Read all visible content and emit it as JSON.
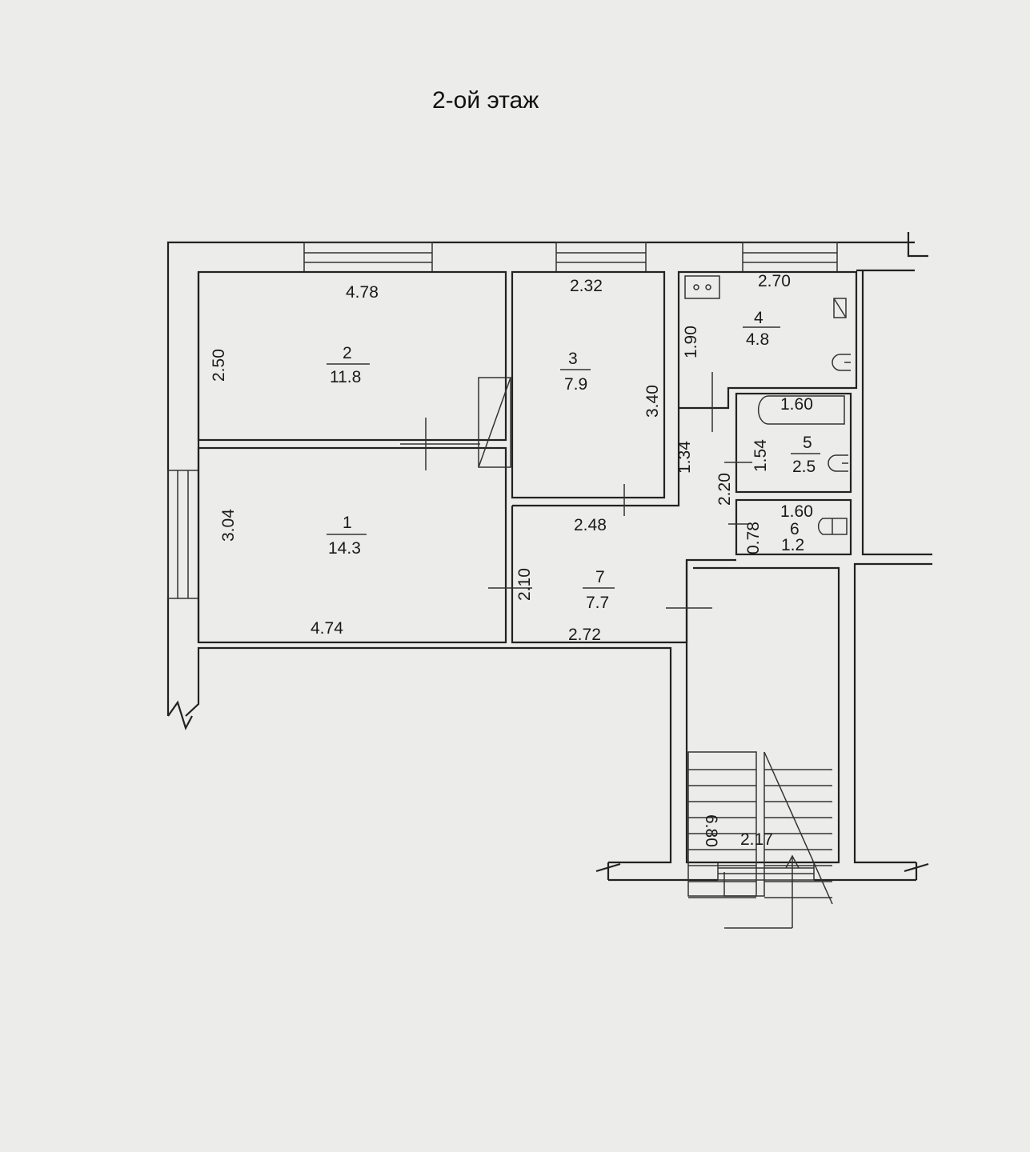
{
  "title": "2-ой этаж",
  "rooms": [
    {
      "number": "1",
      "area": "14.3"
    },
    {
      "number": "2",
      "area": "11.8"
    },
    {
      "number": "3",
      "area": "7.9"
    },
    {
      "number": "4",
      "area": "4.8"
    },
    {
      "number": "5",
      "area": "2.5"
    },
    {
      "number": "6",
      "area": "1.2"
    },
    {
      "number": "7",
      "area": "7.7"
    }
  ],
  "dimensions": {
    "room2_width": "4.78",
    "room2_height": "2.50",
    "room3_width": "2.32",
    "room3_height": "3.40",
    "room4_width": "2.70",
    "room4_height": "1.90",
    "room5_width": "1.60",
    "room5_height": "1.54",
    "room6_width": "1.60",
    "room6_height": "0.78",
    "corridor_height": "1.34",
    "hall_height": "2.20",
    "room1_height": "3.04",
    "room1_width": "4.74",
    "room7_top": "2.48",
    "room7_height": "2.10",
    "room7_bottom": "2.72",
    "stair_height": "6.80",
    "stair_width": "2.17"
  }
}
